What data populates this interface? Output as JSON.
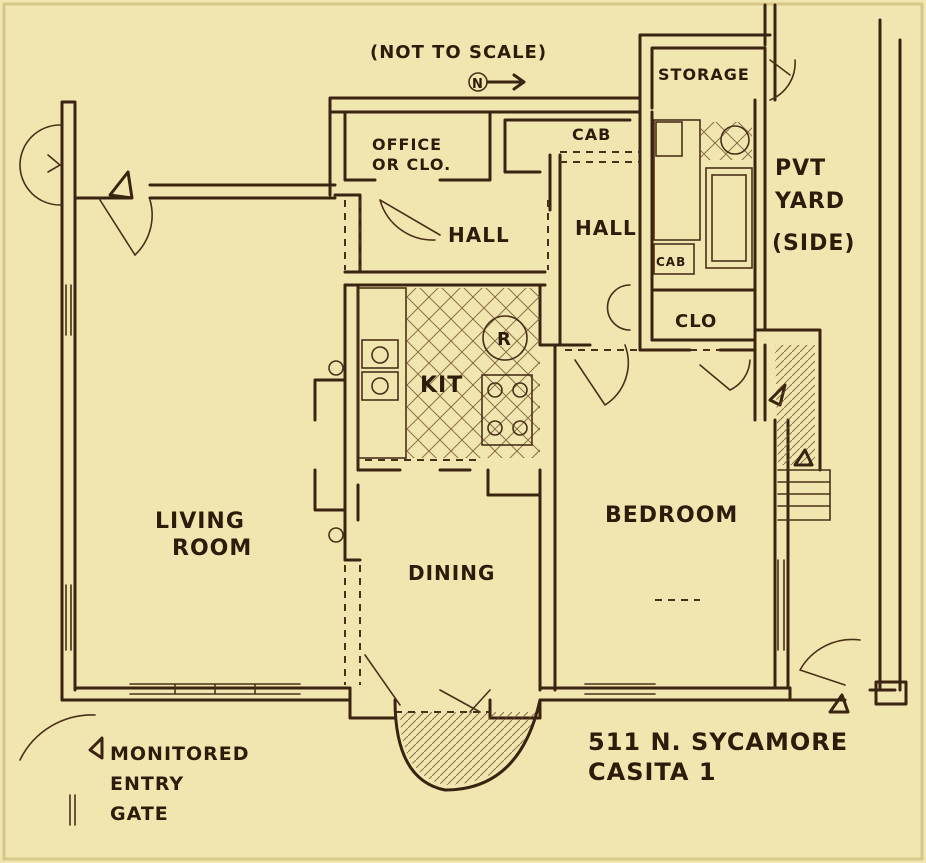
{
  "notes": {
    "scale": "(NOT TO SCALE)",
    "north": "N"
  },
  "rooms": {
    "storage": "STORAGE",
    "office_line1": "OFFICE",
    "office_line2": "OR CLO.",
    "cab_top": "CAB",
    "hall_left": "HALL",
    "hall_right": "HALL",
    "cab_small": "CAB",
    "clo": "CLO",
    "kit": "KIT",
    "refrigerator": "R",
    "living_line1": "LIVING",
    "living_line2": "ROOM",
    "dining": "DINING",
    "bedroom": "BEDROOM",
    "yard_line1": "PVT",
    "yard_line2": "YARD",
    "yard_line3": "(SIDE)"
  },
  "legend": {
    "line1": "MONITORED",
    "line2": "ENTRY",
    "line3": "GATE"
  },
  "address": {
    "line1": "511 N. SYCAMORE",
    "line2": "CASITA 1"
  },
  "colors": {
    "paper": "#f2e6b0",
    "ink": "#3a2410"
  }
}
